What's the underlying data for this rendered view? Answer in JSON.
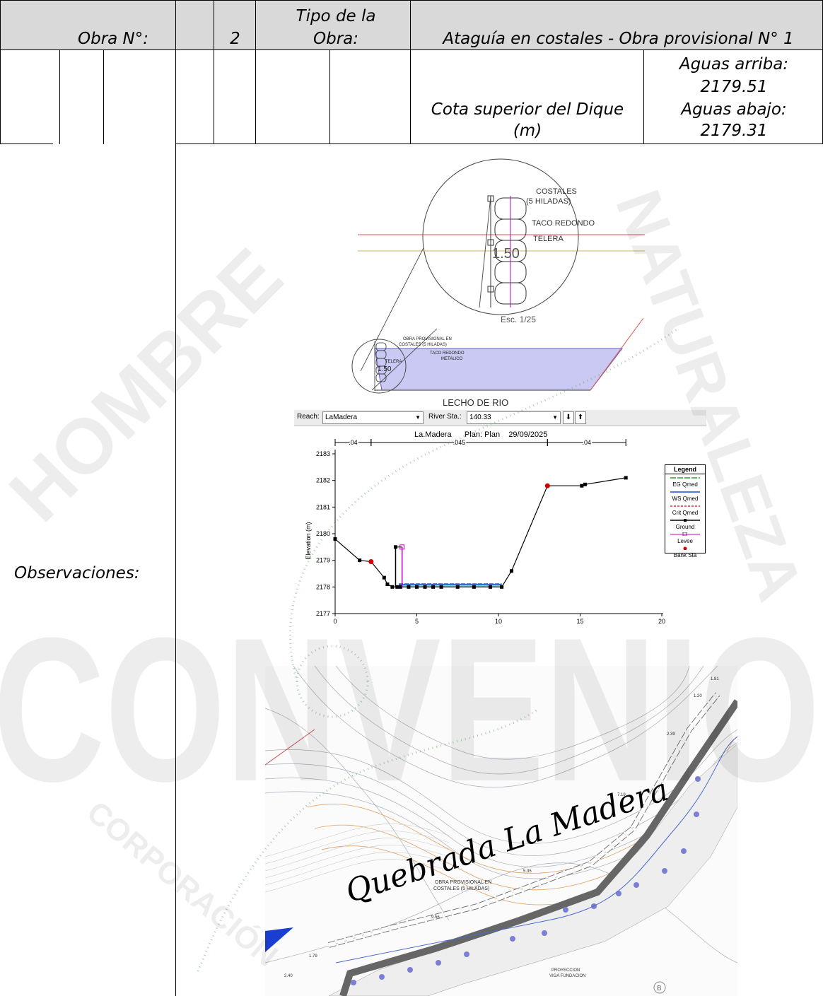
{
  "header": {
    "obra_label": "Obra N°:",
    "obra_number": "2",
    "tipo_label_line1": "Tipo de la",
    "tipo_label_line2": "Obra:",
    "tipo_value": "Ataguía en costales - Obra provisional N° 1"
  },
  "cota": {
    "label_line1": "Cota superior del Dique",
    "label_line2": "(m)",
    "arriba_label": "Aguas arriba:",
    "arriba_value": "2179.51",
    "abajo_label": "Aguas abajo:",
    "abajo_value": "2179.31"
  },
  "observaciones_label": "Observaciones:",
  "detail_drawing": {
    "callout_costales": "COSTALES",
    "callout_hiladas": "(5 HILADAS)",
    "callout_taco": "TACO REDONDO",
    "callout_telera": "TELERA",
    "dimension": "1.50",
    "scale": "Esc. 1/25",
    "section_obra": "OBRA PROVISIONAL EN",
    "section_costales": "COSTALES (5 HILADAS)",
    "section_taco": "TACO REDONDO",
    "section_metalico": "METALICO",
    "section_telera": "TELERA",
    "section_dim": "1.50",
    "lecho": "LECHO DE RIO"
  },
  "hec_ras": {
    "reach_label": "Reach:",
    "reach_value": "LaMadera",
    "station_label": "River Sta.:",
    "station_value": "140.33",
    "title": "La.Madera      Plan: Plan    29/09/2025",
    "ylabel": "Elevation (m)",
    "manning": [
      ".04",
      ".045",
      ".04"
    ],
    "legend_title": "Legend",
    "legend_items": [
      "EG Qmed",
      "WS Qmed",
      "Crit Qmed",
      "Ground",
      "Levee",
      "Bank Sta"
    ],
    "colors": {
      "eg": "#2e9e2e",
      "ws": "#1f4fd1",
      "crit": "#e03030",
      "ground": "#000000",
      "levee": "#c000c0",
      "bank": "#d00000"
    }
  },
  "chart_data": {
    "type": "line",
    "title": "La.Madera      Plan: Plan    29/09/2025",
    "xlabel": "",
    "ylabel": "Elevation (m)",
    "xlim": [
      0,
      20
    ],
    "ylim": [
      2177,
      2183
    ],
    "xticks": [
      "0",
      "5",
      "10",
      "15",
      "20"
    ],
    "yticks": [
      "2177",
      "2178",
      "2179",
      "2180",
      "2181",
      "2182",
      "2183"
    ],
    "series": [
      {
        "name": "Ground",
        "x": [
          0,
          1.5,
          2.2,
          3.0,
          3.2,
          3.5,
          3.8,
          4.0,
          4.5,
          5.0,
          5.5,
          6.0,
          6.5,
          7.5,
          8.5,
          9.5,
          10.2,
          10.8,
          13.0,
          15.1,
          15.3,
          17.8
        ],
        "y": [
          2179.8,
          2179.0,
          2178.95,
          2178.35,
          2178.1,
          2178.0,
          2178.0,
          2178.0,
          2178.0,
          2178.0,
          2178.0,
          2178.0,
          2178.0,
          2178.0,
          2178.0,
          2178.0,
          2178.0,
          2178.6,
          2181.8,
          2181.8,
          2181.85,
          2182.1
        ]
      },
      {
        "name": "WS Qmed",
        "x": [
          3.9,
          10.2
        ],
        "y": [
          2178.1,
          2178.1
        ]
      },
      {
        "name": "Levee",
        "x": [
          4.1,
          4.1
        ],
        "y": [
          2178.0,
          2179.5
        ]
      }
    ],
    "bank_sta": [
      {
        "x": 2.2,
        "y": 2178.95
      },
      {
        "x": 13.0,
        "y": 2181.8
      }
    ]
  },
  "plan_map": {
    "stream_name": "Quebrada La Madera",
    "obra_line1": "OBRA PROVISIONAL EN",
    "obra_line2": "COSTALES (5 HILADAS)",
    "proj_line1": "PROYECCION",
    "proj_line2": "VIGA FUNDACION",
    "marker": "B",
    "labels": [
      "1.81",
      "1.20",
      "2.39",
      "7.19",
      "5.35",
      "9.56",
      "1.79",
      "2.40"
    ]
  },
  "watermark": {
    "words": [
      "HOMBRE",
      "NATURALEZA",
      "CORPORACIÓN",
      "CONVENIO"
    ]
  }
}
